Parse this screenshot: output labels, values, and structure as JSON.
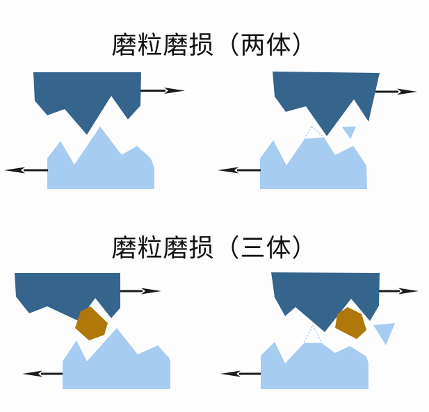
{
  "page": {
    "background": "#fdfdfd"
  },
  "colors": {
    "surface_top": "#35648c",
    "surface_bottom": "#a6ccf1",
    "particle": "#b0770b",
    "arrow": "#1b1b1b"
  },
  "sections": [
    {
      "id": "two-body",
      "title": "磨粒磨损（两体）",
      "panels": [
        {
          "name": "two-body-before",
          "arrows": [
            "right",
            "left"
          ]
        },
        {
          "name": "two-body-after",
          "arrows": [
            "right",
            "left"
          ]
        }
      ]
    },
    {
      "id": "three-body",
      "title": "磨粒磨损（三体）",
      "panels": [
        {
          "name": "three-body-before",
          "arrows": [
            "right",
            "left"
          ]
        },
        {
          "name": "three-body-after",
          "arrows": [
            "right",
            "left"
          ]
        }
      ]
    }
  ]
}
